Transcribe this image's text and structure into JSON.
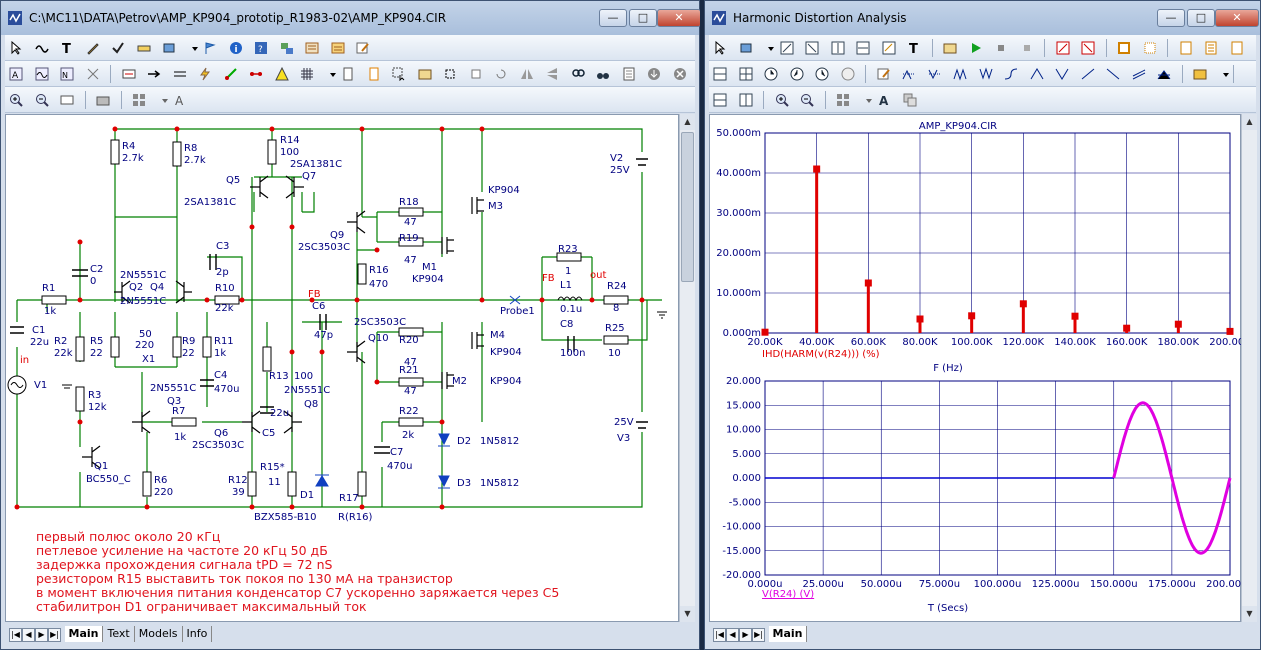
{
  "left_window": {
    "title": "C:\\MC11\\DATA\\Petrov\\AMP_KP904_prototip_R1983-02\\AMP_KP904.CIR",
    "tabs": [
      "Main",
      "Text",
      "Models",
      "Info"
    ],
    "notes": [
      "первый полюс около 20 кГц",
      "петлевое усиление на частоте 20 кГц 50 дБ",
      "задержка прохождения сигнала tPD = 72 nS",
      "резистором R15 выставить ток покоя по 130 мА на транзистор",
      "в момент включения питания конденсатор C7 ускоренно заряжается через C5",
      "стабилитрон D1 ограничивает максимальный ток"
    ],
    "schematic": {
      "R4": "R4",
      "R4v": "2.7k",
      "R8": "R8",
      "R8v": "2.7k",
      "R14": "R14",
      "R14v": "100",
      "Q5": "Q5",
      "Q7": "Q7",
      "Q5m": "2SA1381C",
      "Q7m": "2SA1381C",
      "M3": "M3",
      "M3m": "KP904",
      "V2": "V2",
      "V2v": "25V",
      "R18": "R18",
      "R18v": "47",
      "R19": "R19",
      "R19v": "47",
      "Q9": "Q9",
      "Q9m": "2SC3503C",
      "M1": "M1",
      "M1m": "KP904",
      "R16": "R16",
      "R16v": "470",
      "C2": "C2",
      "C2v": "0",
      "C3": "C3",
      "C3v": "2p",
      "R1": "R1",
      "R1v": "1k",
      "Q2": "Q2",
      "Q4": "Q4",
      "Q2m": "2N5551C",
      "Q4m": "2N5551C",
      "R10": "R10",
      "R10v": "22k",
      "FB": "FB",
      "C6": "C6",
      "C6v": "47p",
      "Q10m": "2SC3503C",
      "R23": "R23",
      "R23v": "1",
      "L1": "L1",
      "L1v": "0.1u",
      "R24": "R24",
      "R24v": "8",
      "out": "out",
      "Probe": "Probe1",
      "C8": "C8",
      "C8v": "100n",
      "R25": "R25",
      "R25v": "10",
      "C1": "C1",
      "C1v": "22u",
      "R2": "R2",
      "R2v": "22k",
      "R5": "R5",
      "R5v": "22",
      "X1": "X1",
      "X1a": "50",
      "X1b": "220",
      "R9": "R9",
      "R9v": "22",
      "R11": "R11",
      "R11v": "1k",
      "Q10": "Q10",
      "M4": "M4",
      "M4m": "KP904",
      "R20": "R20",
      "R20v": "47",
      "R21": "R21",
      "R21v": "47",
      "M2": "M2",
      "M2m": "KP904",
      "in": "in",
      "V1": "V1",
      "R3": "R3",
      "R3v": "12k",
      "C4": "C4",
      "C4v": "470u",
      "Q3": "Q3",
      "Q3m": "2N5551C",
      "R7": "R7",
      "R7v": "1k",
      "R13": "R13",
      "R13v": "100",
      "Q8m": "2N5551C",
      "Q8": "Q8",
      "C5": "C5",
      "C5v": "22u",
      "Q6": "Q6",
      "Q6m": "2SC3503C",
      "R22": "R22",
      "R22v": "2k",
      "V3": "V3",
      "V3v": "25V",
      "D2": "D2",
      "D2m": "1N5812",
      "D3": "D3",
      "D3m": "1N5812",
      "C7": "C7",
      "C7v": "470u",
      "Q1": "Q1",
      "Q1m": "BC550_C",
      "R6": "R6",
      "R6v": "220",
      "R12": "R12",
      "R12v": "39",
      "R15": "R15*",
      "R15v": "11",
      "D1": "D1",
      "D1m": "BZX585-B10",
      "R17": "R17",
      "R17v": "R(R16)"
    }
  },
  "right_window": {
    "title": "Harmonic Distortion Analysis",
    "tabs": [
      "Main"
    ],
    "top_plot": {
      "title": "AMP_KP904.CIR",
      "ylabel_expr": "IHD(HARM(v(R24))) (%)",
      "xlabel": "F (Hz)",
      "yticks": [
        "50.000m",
        "40.000m",
        "30.000m",
        "20.000m",
        "10.000m",
        "0.000m"
      ],
      "xticks": [
        "20.00K",
        "40.00K",
        "60.00K",
        "80.00K",
        "100.00K",
        "120.00K",
        "140.00K",
        "160.00K",
        "180.00K",
        "200.00K"
      ]
    },
    "bottom_plot": {
      "ylabel_expr": "V(R24) (V)",
      "xlabel": "T (Secs)",
      "yticks": [
        "20.000",
        "15.000",
        "10.000",
        "5.000",
        "0.000",
        "-5.000",
        "-10.000",
        "-15.000",
        "-20.000"
      ],
      "xticks": [
        "0.000u",
        "25.000u",
        "50.000u",
        "75.000u",
        "100.000u",
        "125.000u",
        "150.000u",
        "175.000u",
        "200.000u"
      ]
    }
  },
  "chart_data": [
    {
      "type": "bar",
      "title": "AMP_KP904.CIR",
      "xlabel": "F (Hz)",
      "ylabel": "IHD(HARM(v(R24))) (%)",
      "xlim": [
        20000,
        200000
      ],
      "ylim": [
        0,
        0.05
      ],
      "x": [
        20000,
        40000,
        60000,
        80000,
        100000,
        120000,
        140000,
        160000,
        180000,
        200000
      ],
      "values": [
        0.0002,
        0.041,
        0.0125,
        0.0035,
        0.0043,
        0.0073,
        0.0042,
        0.0012,
        0.0022,
        0.0004
      ],
      "color": "#e00000",
      "grid": true
    },
    {
      "type": "line",
      "xlabel": "T (Secs)",
      "ylabel": "V(R24) (V)",
      "xlim": [
        0,
        0.0002
      ],
      "ylim": [
        -20,
        20
      ],
      "series": [
        {
          "name": "V(R24) (V)",
          "x": [
            0,
            0.00015,
            0.000155,
            0.00016,
            0.000163,
            0.000166,
            0.00017,
            0.000175,
            0.00018,
            0.000185,
            0.000188,
            0.000191,
            0.000195,
            0.0002
          ],
          "y": [
            0,
            0,
            8.8,
            14.3,
            15.5,
            15.0,
            10.5,
            0,
            -10.5,
            -15.0,
            -15.5,
            -14.3,
            -8.8,
            0
          ],
          "color": "#e000e0"
        }
      ],
      "grid": true
    }
  ],
  "colors": {
    "accent": "#e00000",
    "trace": "#e000e0",
    "wire": "#008000",
    "node": "#e00000"
  }
}
